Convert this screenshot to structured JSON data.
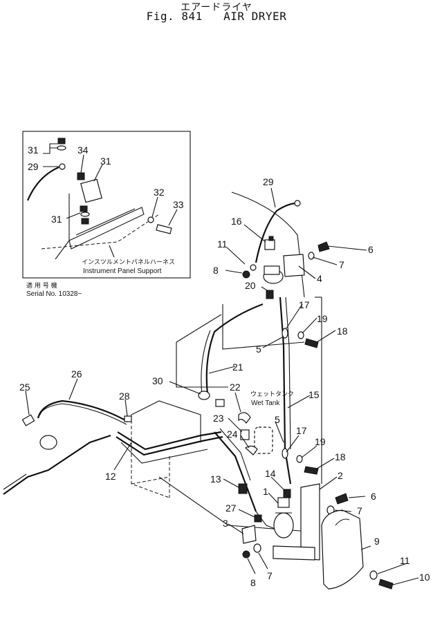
{
  "header": {
    "title_jp": "エアードライヤ",
    "fig_label": "Fig. 841",
    "title_en": "AIR DRYER"
  },
  "inset": {
    "label_jp": "インスツルメントパネルハーネス",
    "label_en": "Instrument Panel Support",
    "serial_jp": "適 用 号 機",
    "serial_en": "Serial No. 10328~",
    "callouts": [
      "31",
      "34",
      "31",
      "29",
      "32",
      "33",
      "31"
    ]
  },
  "wet_tank": {
    "label_jp": "ウェットタンク",
    "label_en": "Wet Tank"
  },
  "callouts": [
    "29",
    "16",
    "6",
    "11",
    "7",
    "8",
    "4",
    "20",
    "17",
    "19",
    "18",
    "5",
    "21",
    "30",
    "22",
    "15",
    "26",
    "25",
    "28",
    "23",
    "5",
    "17",
    "24",
    "19",
    "18",
    "12",
    "13",
    "14",
    "2",
    "1",
    "6",
    "27",
    "7",
    "3",
    "9",
    "11",
    "10",
    "8",
    "7"
  ]
}
